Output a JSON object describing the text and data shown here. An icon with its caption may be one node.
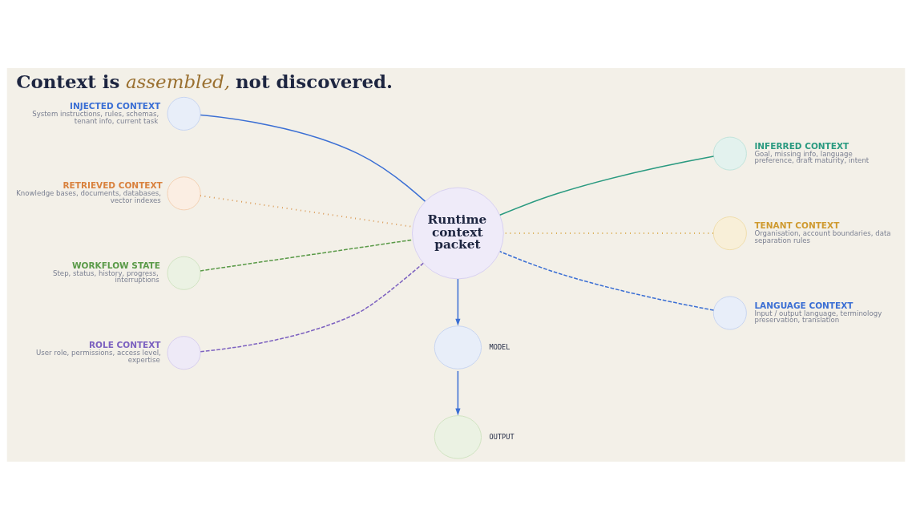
{
  "diagram": {
    "title": "Context is *assembled,* not discovered.",
    "nodes": [
      {
        "text": [
          "INJECTED CONTEXT",
          "System instructions, rules, schemas, tenant info, current task"
        ]
      },
      {
        "text": [
          "INFERRED CONTEXT",
          "Goal, missing info, language preference, draft maturity, intent"
        ]
      },
      {
        "text": [
          "RETRIEVED CONTEXT",
          "Knowledge bases, documents, databases, vector indexes"
        ]
      },
      {
        "text": [
          "Runtime context packet"
        ]
      },
      {
        "text": [
          "TENANT CONTEXT",
          "Organisation, account boundaries, data separation rules"
        ]
      },
      {
        "text": [
          "WORKFLOW STATE",
          "Step, status, history, progress, interruptions"
        ]
      },
      {
        "text": [
          "LANGUAGE CONTEXT",
          "Input / output language, terminology preservation, translation"
        ]
      },
      {
        "text": [
          "ROLE CONTEXT",
          "User role, permissions, access level, expertise"
        ]
      },
      {
        "text": [
          "MODEL"
        ]
      },
      {
        "text": [
          "OUTPUT"
        ]
      }
    ],
    "edges": [
      {
        "from": 0,
        "to": 3,
        "arrow": "none",
        "color": "#3b6fd4"
      },
      {
        "from": 1,
        "to": 3,
        "arrow": "none",
        "color": "#2a9a80"
      },
      {
        "from": 2,
        "to": 3,
        "arrow": "none",
        "style": "dashed",
        "color": "#d9964e"
      },
      {
        "from": 4,
        "to": 3,
        "arrow": "none",
        "style": "dashed",
        "color": "#d8a846"
      },
      {
        "from": 5,
        "to": 3,
        "arrow": "none",
        "style": "dashed",
        "color": "#5a9a48"
      },
      {
        "from": 6,
        "to": 3,
        "arrow": "none",
        "style": "dashed",
        "color": "#3b6fd4"
      },
      {
        "from": 7,
        "to": 3,
        "arrow": "none",
        "style": "dashed",
        "color": "#7d62c0"
      },
      {
        "from": 3,
        "to": 8,
        "arrow": "to",
        "color": "#3b6fd4"
      },
      {
        "from": 8,
        "to": 9,
        "arrow": "to",
        "color": "#3b6fd4"
      }
    ]
  }
}
